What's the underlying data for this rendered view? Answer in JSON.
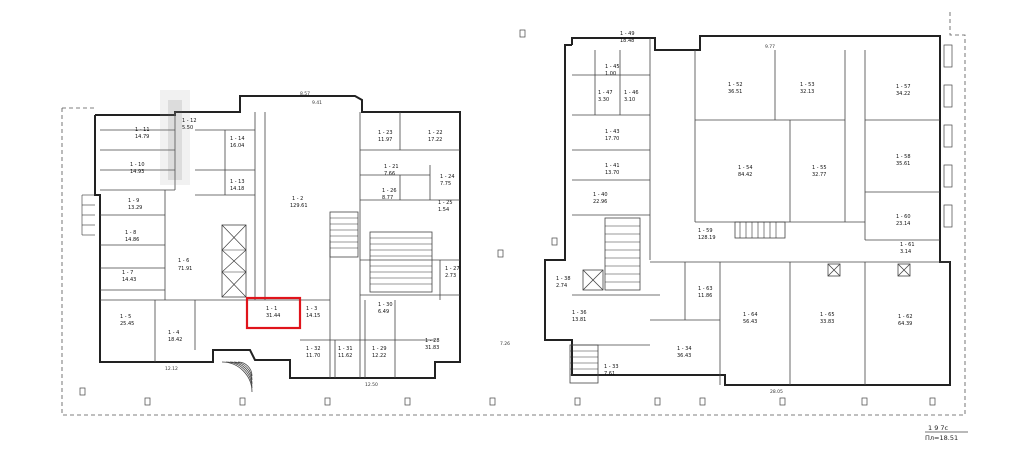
{
  "plan": {
    "highlight_color": "#e0141b",
    "highlighted_room": "1-1",
    "dimensions": {
      "left_top": "8.57",
      "left_mid": "9.41",
      "left_b1": "12.12",
      "left_b2": "12.50",
      "right_top": "9.77",
      "right_bottom": "28.05",
      "side": "7.26"
    },
    "stamp": {
      "line1": "1 9 7с",
      "line2": "Пл=18.51"
    }
  },
  "rooms_left": [
    {
      "id": "1 - 11",
      "area": "14.79"
    },
    {
      "id": "1 - 12",
      "area": "5.50"
    },
    {
      "id": "1 - 14",
      "area": "16.04"
    },
    {
      "id": "1 - 10",
      "area": "14.93"
    },
    {
      "id": "1 - 13",
      "area": "14.18"
    },
    {
      "id": "1 - 9",
      "area": "13.29"
    },
    {
      "id": "1 - 8",
      "area": "14.86"
    },
    {
      "id": "1 - 7",
      "area": "14.43"
    },
    {
      "id": "1 - 6",
      "area": "71.91"
    },
    {
      "id": "1 - 5",
      "area": "25.45"
    },
    {
      "id": "1 - 4",
      "area": "18.42"
    },
    {
      "id": "1 - 2",
      "area": "129.61"
    },
    {
      "id": "1 - 23",
      "area": "11.97"
    },
    {
      "id": "1 - 22",
      "area": "17.22"
    },
    {
      "id": "1 - 21",
      "area": "7.66"
    },
    {
      "id": "1 - 24",
      "area": "7.75"
    },
    {
      "id": "1 - 26",
      "area": "8.77"
    },
    {
      "id": "1 - 25",
      "area": "1.54"
    },
    {
      "id": "1 - 1",
      "area": "31.44"
    },
    {
      "id": "1 - 3",
      "area": "14.15"
    },
    {
      "id": "1 - 30",
      "area": "6.49"
    },
    {
      "id": "1 - 32",
      "area": "11.70"
    },
    {
      "id": "1 - 31",
      "area": "11.62"
    },
    {
      "id": "1 - 29",
      "area": "12.22"
    },
    {
      "id": "1 - 28",
      "area": "31.83"
    },
    {
      "id": "1 - 27",
      "area": "2.73"
    }
  ],
  "rooms_right": [
    {
      "id": "1 - 49",
      "area": "18.48"
    },
    {
      "id": "1 - 47",
      "area": "3.30"
    },
    {
      "id": "1 - 46",
      "area": "3.10"
    },
    {
      "id": "1 - 45",
      "area": "1.00"
    },
    {
      "id": "1 - 43",
      "area": "17.70"
    },
    {
      "id": "1 - 41",
      "area": "13.70"
    },
    {
      "id": "1 - 40",
      "area": "22.96"
    },
    {
      "id": "1 - 52",
      "area": "36.51"
    },
    {
      "id": "1 - 53",
      "area": "32.13"
    },
    {
      "id": "1 - 54",
      "area": "84.42"
    },
    {
      "id": "1 - 55",
      "area": "32.77"
    },
    {
      "id": "1 - 57",
      "area": "34.22"
    },
    {
      "id": "1 - 58",
      "area": "35.61"
    },
    {
      "id": "1 - 60",
      "area": "23.14"
    },
    {
      "id": "1 - 59",
      "area": "128.19"
    },
    {
      "id": "1 - 61",
      "area": "3.14"
    },
    {
      "id": "1 - 38",
      "area": "2.74"
    },
    {
      "id": "1 - 63",
      "area": "11.86"
    },
    {
      "id": "1 - 64",
      "area": "56.43"
    },
    {
      "id": "1 - 65",
      "area": "33.83"
    },
    {
      "id": "1 - 62",
      "area": "64.39"
    },
    {
      "id": "1 - 36",
      "area": "13.81"
    },
    {
      "id": "1 - 34",
      "area": "36.43"
    },
    {
      "id": "1 - 33",
      "area": "7.61"
    }
  ]
}
